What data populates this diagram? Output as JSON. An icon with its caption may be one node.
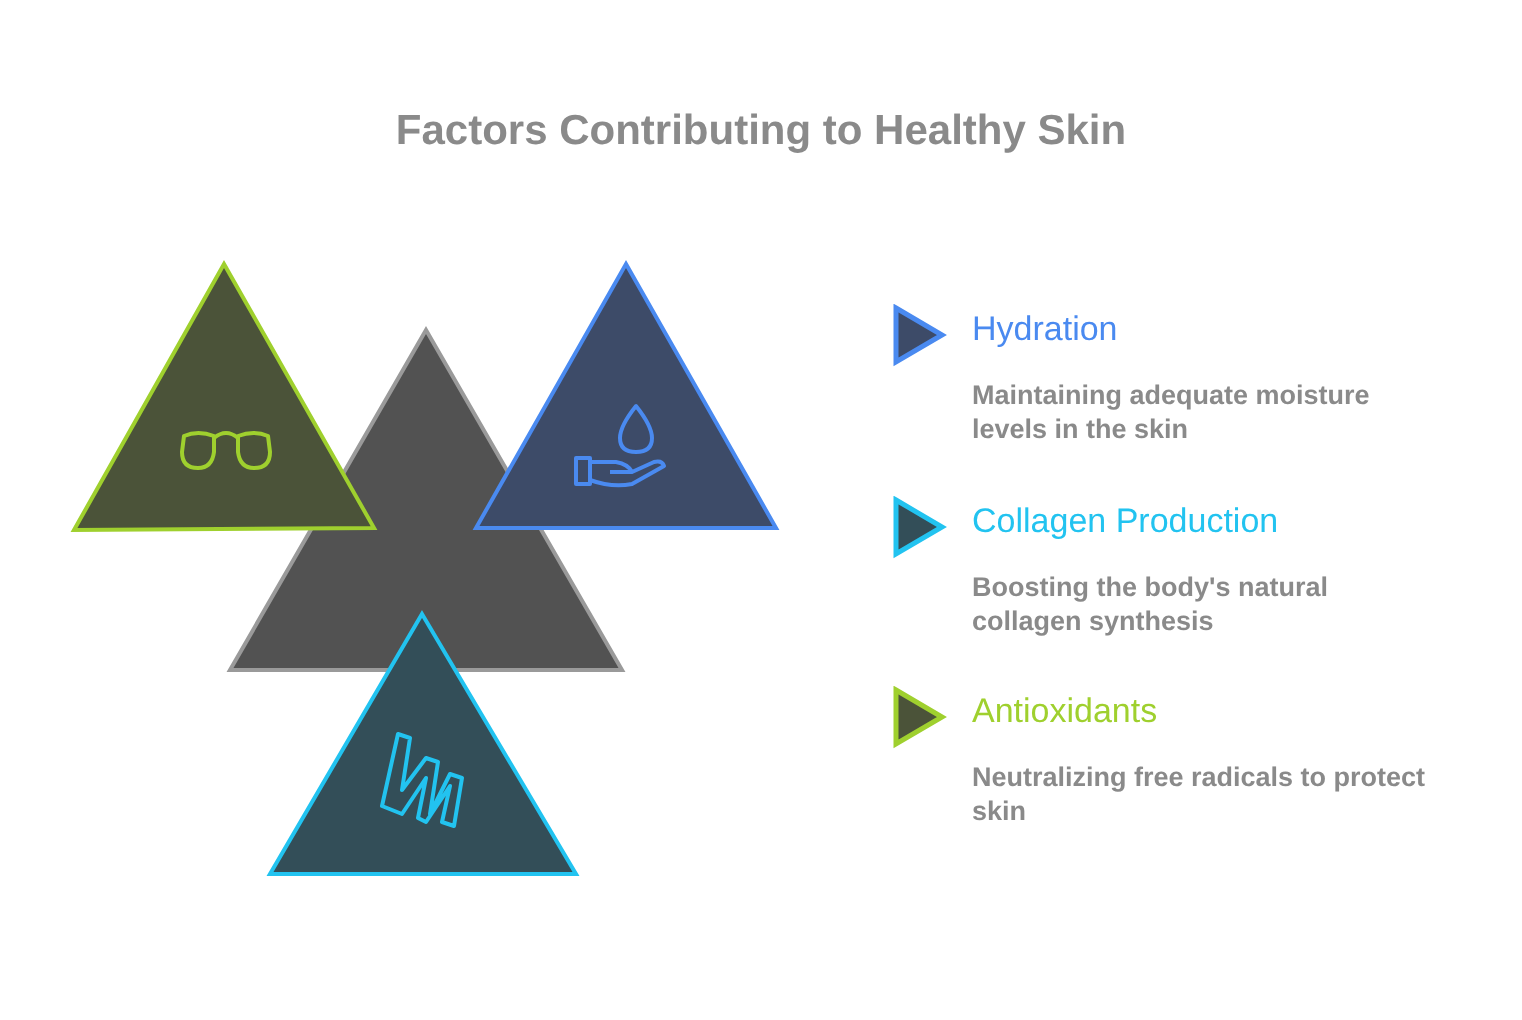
{
  "diagram": {
    "title": "Factors Contributing to Healthy Skin",
    "nodes": [
      {
        "text": [],
        "shape": "triangle"
      },
      {
        "text": [],
        "shape": "triangle"
      },
      {
        "text": [],
        "shape": "triangle"
      },
      {
        "text": [],
        "shape": "triangle"
      }
    ],
    "edges": [],
    "labels": [
      "Maintaining adequate moisture levels in the skin",
      "Boosting the body's natural collagen synthesis",
      "Neutralizing free radicals to protect skin"
    ],
    "legend": [
      {
        "text": "Hydration",
        "color": "#4a8af0"
      },
      {
        "text": "Collagen Production",
        "color": "#22c3f0"
      },
      {
        "text": "Antioxidants",
        "color": "#9fd02e"
      }
    ]
  }
}
